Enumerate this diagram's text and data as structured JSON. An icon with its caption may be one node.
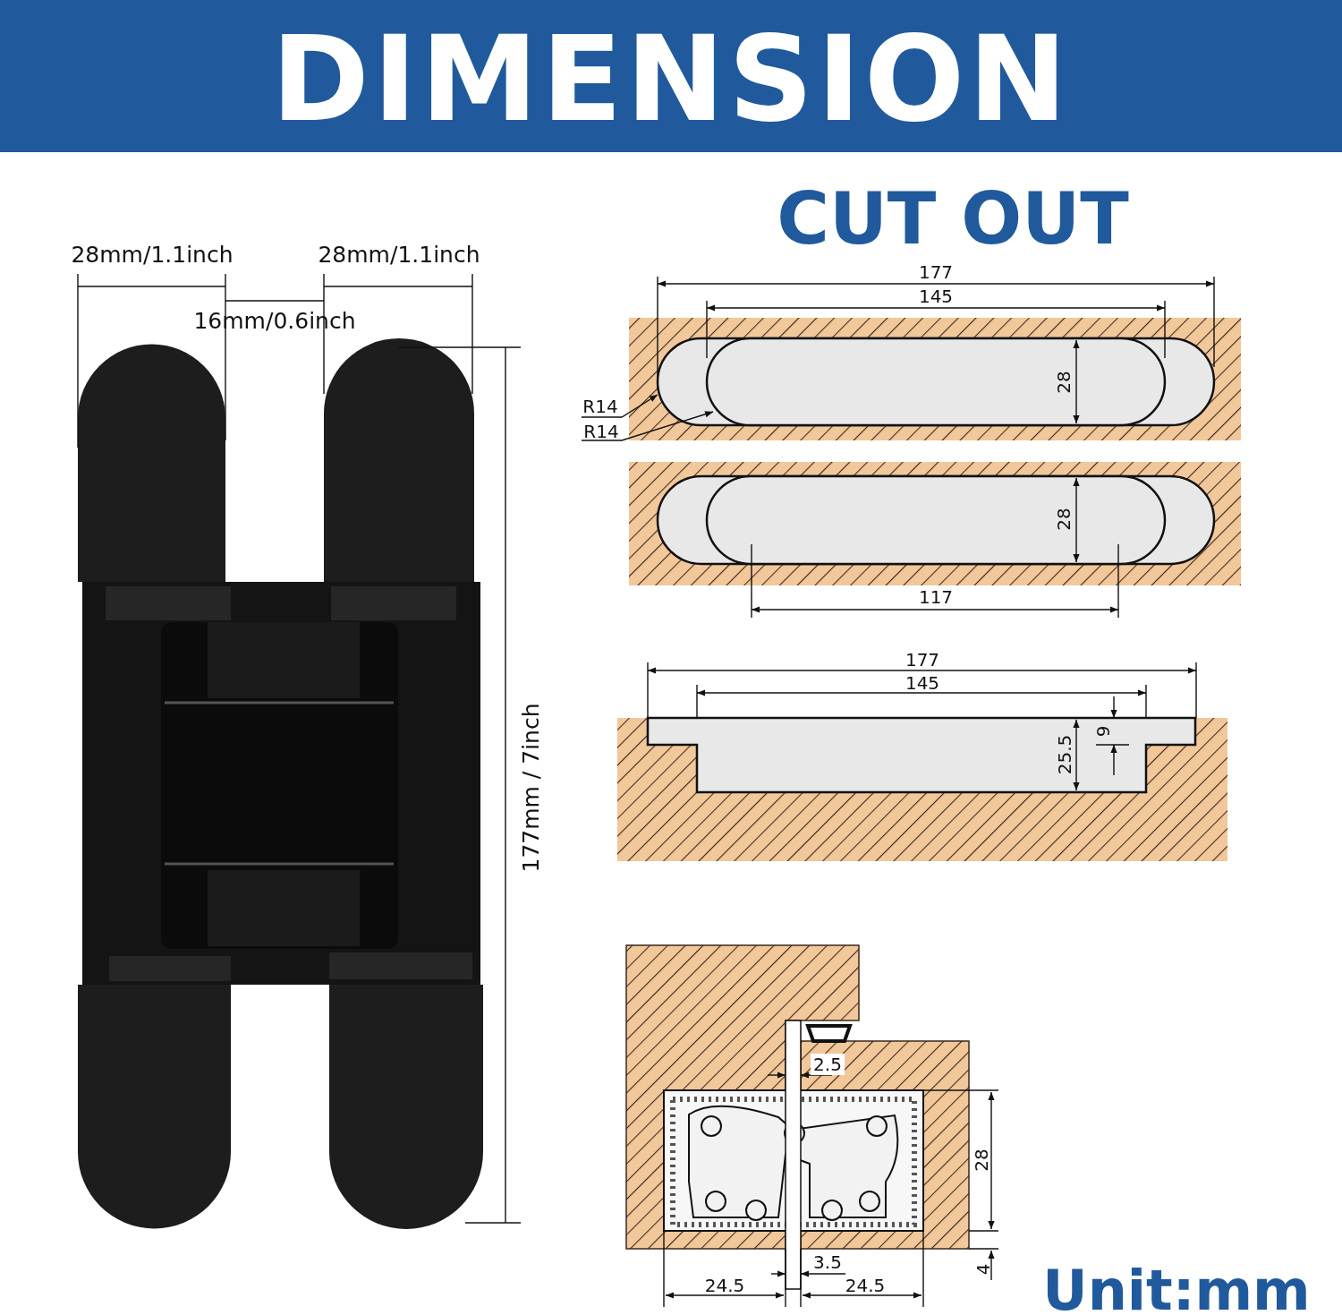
{
  "diagram": {
    "title": "DIMENSION",
    "nodes": [
      {
        "text": [
          "R14"
        ]
      },
      {
        "text": [
          "R14"
        ]
      }
    ],
    "edges": [
      {
        "from": 0,
        "to": null,
        "arrow": "to"
      },
      {
        "from": 1,
        "to": null,
        "arrow": "to"
      }
    ],
    "labels": [
      "CUT OUT",
      "28mm/1.1inch",
      "28mm/1.1inch",
      "16mm/0.6inch",
      "177mm / 7inch",
      "177",
      "145",
      "28",
      "28",
      "117",
      "177",
      "145",
      "9",
      "25.5",
      "2.5",
      "28",
      "3.5",
      "4",
      "24.5",
      "24.5",
      "Unit:mm"
    ]
  }
}
